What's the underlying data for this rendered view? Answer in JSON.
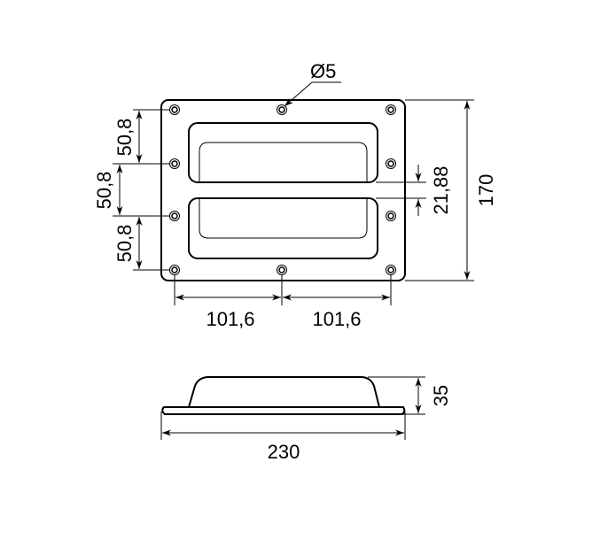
{
  "dimensions": {
    "hole_diameter": "Ø5",
    "vertical_pitch_top": "50,8",
    "vertical_pitch_middle": "50,8",
    "vertical_pitch_bottom": "50,8",
    "recess_gap": "21,88",
    "overall_height": "170",
    "horizontal_pitch_left": "101,6",
    "horizontal_pitch_right": "101,6",
    "depth": "35",
    "overall_width": "230"
  },
  "colors": {
    "line": "#000000",
    "background": "#ffffff"
  }
}
